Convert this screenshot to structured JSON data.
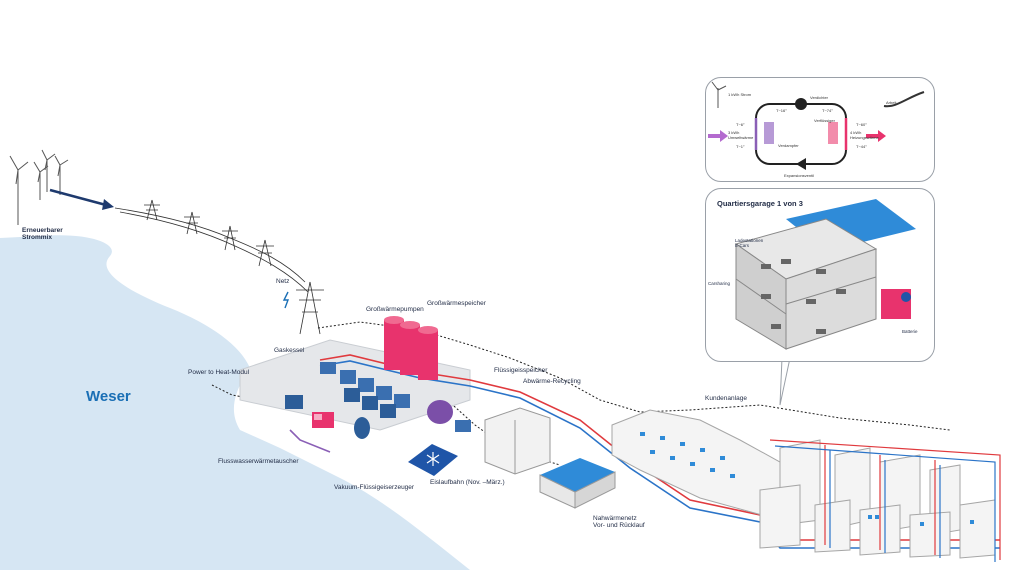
{
  "river": {
    "name": "Weser"
  },
  "labels": {
    "energy_mix": "Erneuerbarer\nStrommix",
    "grid": "Netz",
    "gas_boiler": "Gaskessel",
    "power_to_heat": "Power to Heat-Modul",
    "heat_pumps": "Großwärmepumpen",
    "heat_storage": "Großwärmespeicher",
    "liquid_storage": "Flüssigeisspeicher",
    "waste_heat": "Abwärme-Recycling",
    "customer": "Kundenanlage",
    "river_exchanger": "Flusswasserwärmetauscher",
    "vacuum_ice": "Vakuum-Flüssigeiserzeuger",
    "ice_rink": "Eislaufbahn (Nov. –März.)",
    "district_heating": "Nahwärmenetz\nVor- und Rücklauf"
  },
  "garage": {
    "title": "Quartiersgarage 1 von 3",
    "charging": "Ladestationen\nE-Cars",
    "carsharing": "Carsharing",
    "battery": "Batterie"
  },
  "heatpump_detail": {
    "power_in": "1 kWh Strom",
    "compressor": "Verdichter",
    "ambient": "3 kWh\nUmweltwärme",
    "heating": "4 kWh\nHeizungswärme",
    "condenser": "Verflüssiger",
    "evaporator": "Verdampfer",
    "expansion": "Expansionsventil",
    "work": "Arbeit",
    "t1": "T~16°",
    "t2": "T~6°",
    "t3": "T~74°",
    "t4": "T~60°",
    "t5": "T~1°",
    "t6": "T~44°"
  },
  "colors": {
    "river": "#d6e6f3",
    "supply": "#e03a3e",
    "return": "#2b74c8",
    "pink_storage": "#e8336d",
    "accent_blue": "#1a6fb5"
  }
}
